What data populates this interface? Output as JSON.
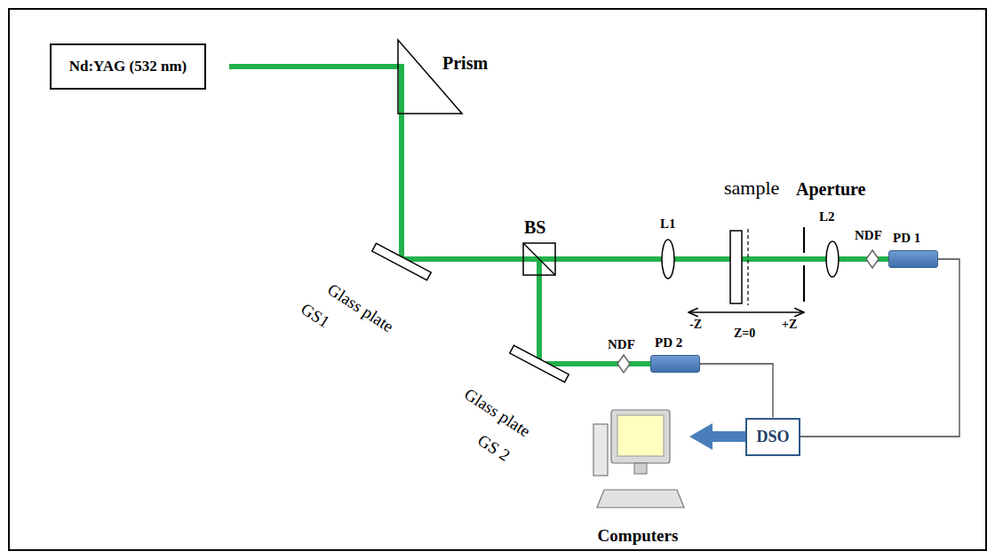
{
  "diagram": {
    "nodes": [
      {
        "text": [
          "Nd:YAG (532 nm)"
        ]
      },
      {
        "text": [
          "PD 1"
        ]
      },
      {
        "text": [
          "PD 2"
        ]
      },
      {
        "text": [
          "DSO"
        ]
      },
      {
        "text": [
          "Computers"
        ]
      }
    ],
    "edges": [
      {
        "from": 1,
        "to": 3,
        "arrow": "none"
      },
      {
        "from": 2,
        "to": 3,
        "arrow": "none"
      },
      {
        "from": 3,
        "to": 4,
        "arrow": "to"
      }
    ],
    "labels": [
      "Prism",
      "BS",
      "L1",
      "sample",
      "Aperture",
      "L2",
      "NDF",
      "NDF",
      "Glass plate",
      "GS1",
      "Glass plate",
      "GS 2",
      "-Z",
      "Z=0",
      "+Z"
    ]
  }
}
